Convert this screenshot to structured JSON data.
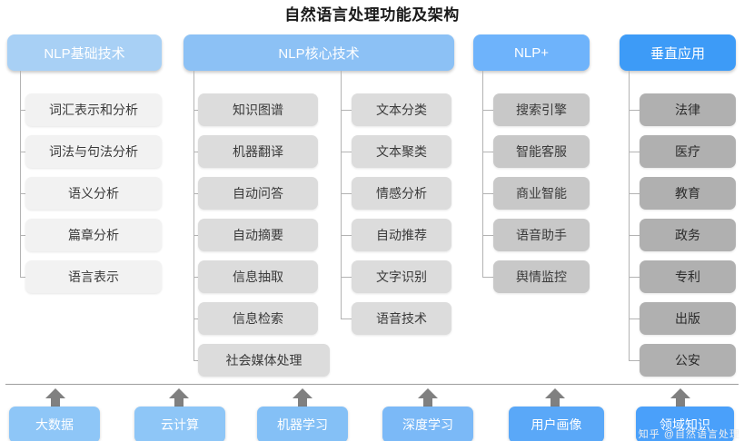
{
  "title": "自然语言处理功能及架构",
  "colors": {
    "header_basic": "#a8d0f5",
    "header_core": "#8cc1f5",
    "header_plus": "#6eb3fb",
    "header_vertical": "#3d9bf7",
    "node_basic": "#f2f2f2",
    "node_core": "#dcdcdc",
    "node_plus": "#c8c8c8",
    "node_vertical": "#b0b0b0",
    "connector": "#b3b3b3",
    "arrow": "#808080",
    "title_text": "#1a1a1a"
  },
  "columns": [
    {
      "id": "basic",
      "header": "NLP基础技术",
      "items": [
        "词汇表示和分析",
        "词法与句法分析",
        "语义分析",
        "篇章分析",
        "语言表示"
      ]
    },
    {
      "id": "core",
      "header": "NLP核心技术",
      "items_left": [
        "知识图谱",
        "机器翻译",
        "自动问答",
        "自动摘要",
        "信息抽取",
        "信息检索",
        "社会媒体处理"
      ],
      "items_right": [
        "文本分类",
        "文本聚类",
        "情感分析",
        "自动推荐",
        "文字识别",
        "语音技术"
      ]
    },
    {
      "id": "plus",
      "header": "NLP+",
      "items": [
        "搜索引擎",
        "智能客服",
        "商业智能",
        "语音助手",
        "舆情监控"
      ]
    },
    {
      "id": "vertical",
      "header": "垂直应用",
      "items": [
        "法律",
        "医疗",
        "教育",
        "政务",
        "专利",
        "出版",
        "公安"
      ]
    }
  ],
  "foundation": [
    {
      "label": "大数据",
      "color": "#8ec6f7"
    },
    {
      "label": "云计算",
      "color": "#8ec6f7"
    },
    {
      "label": "机器学习",
      "color": "#84c0f6"
    },
    {
      "label": "深度学习",
      "color": "#7bb9f7"
    },
    {
      "label": "用户画像",
      "color": "#5aa8f8"
    },
    {
      "label": "领域知识",
      "color": "#4aa0fa"
    }
  ],
  "watermark": "知乎 @自然语言处理"
}
